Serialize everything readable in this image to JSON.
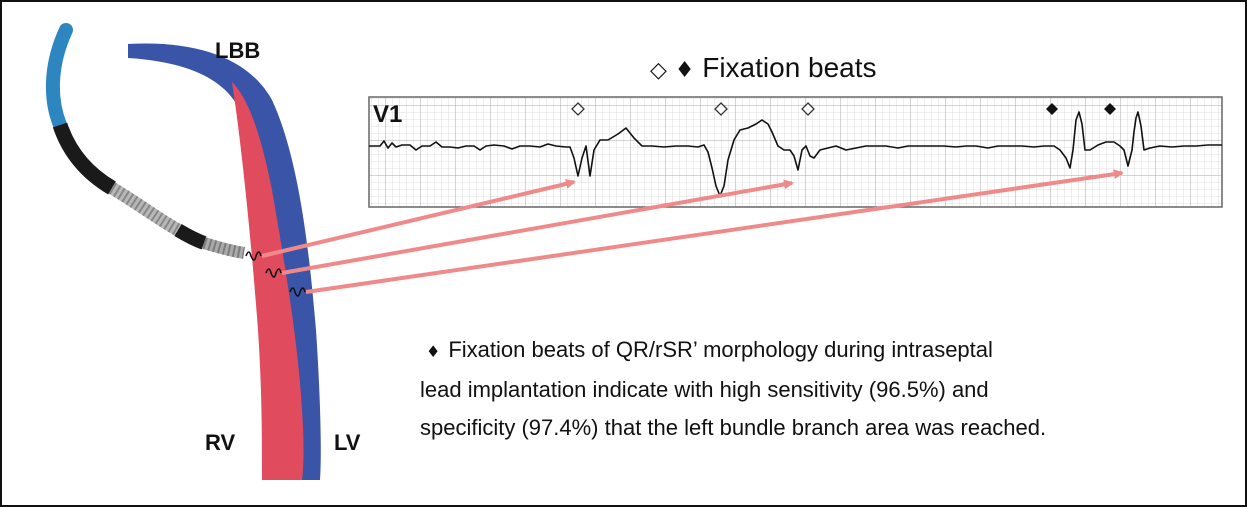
{
  "labels": {
    "lbb": "LBB",
    "rv": "RV",
    "lv": "LV",
    "ecg_lead": "V1"
  },
  "legend": {
    "open_symbol": "◇",
    "filled_symbol": "♦",
    "text": "Fixation beats"
  },
  "note": {
    "bullet": "♦",
    "line1": "Fixation beats of QR/rSR’ morphology during intraseptal",
    "line2": "lead implantation indicate with high sensitivity (96.5%) and",
    "line3": "specificity (97.4%) that the left bundle branch area was reached."
  },
  "colors": {
    "septum": "#e04b5e",
    "lv_wall": "#3a55a8",
    "arrow": "#f08a8a",
    "lead_blue": "#2e86c1",
    "ecg_grid_minor": "#d6d6d6",
    "ecg_grid_major": "#a8a8a8"
  },
  "markers": [
    "open-diamond",
    "open-diamond",
    "open-diamond",
    "filled-diamond",
    "filled-diamond"
  ]
}
